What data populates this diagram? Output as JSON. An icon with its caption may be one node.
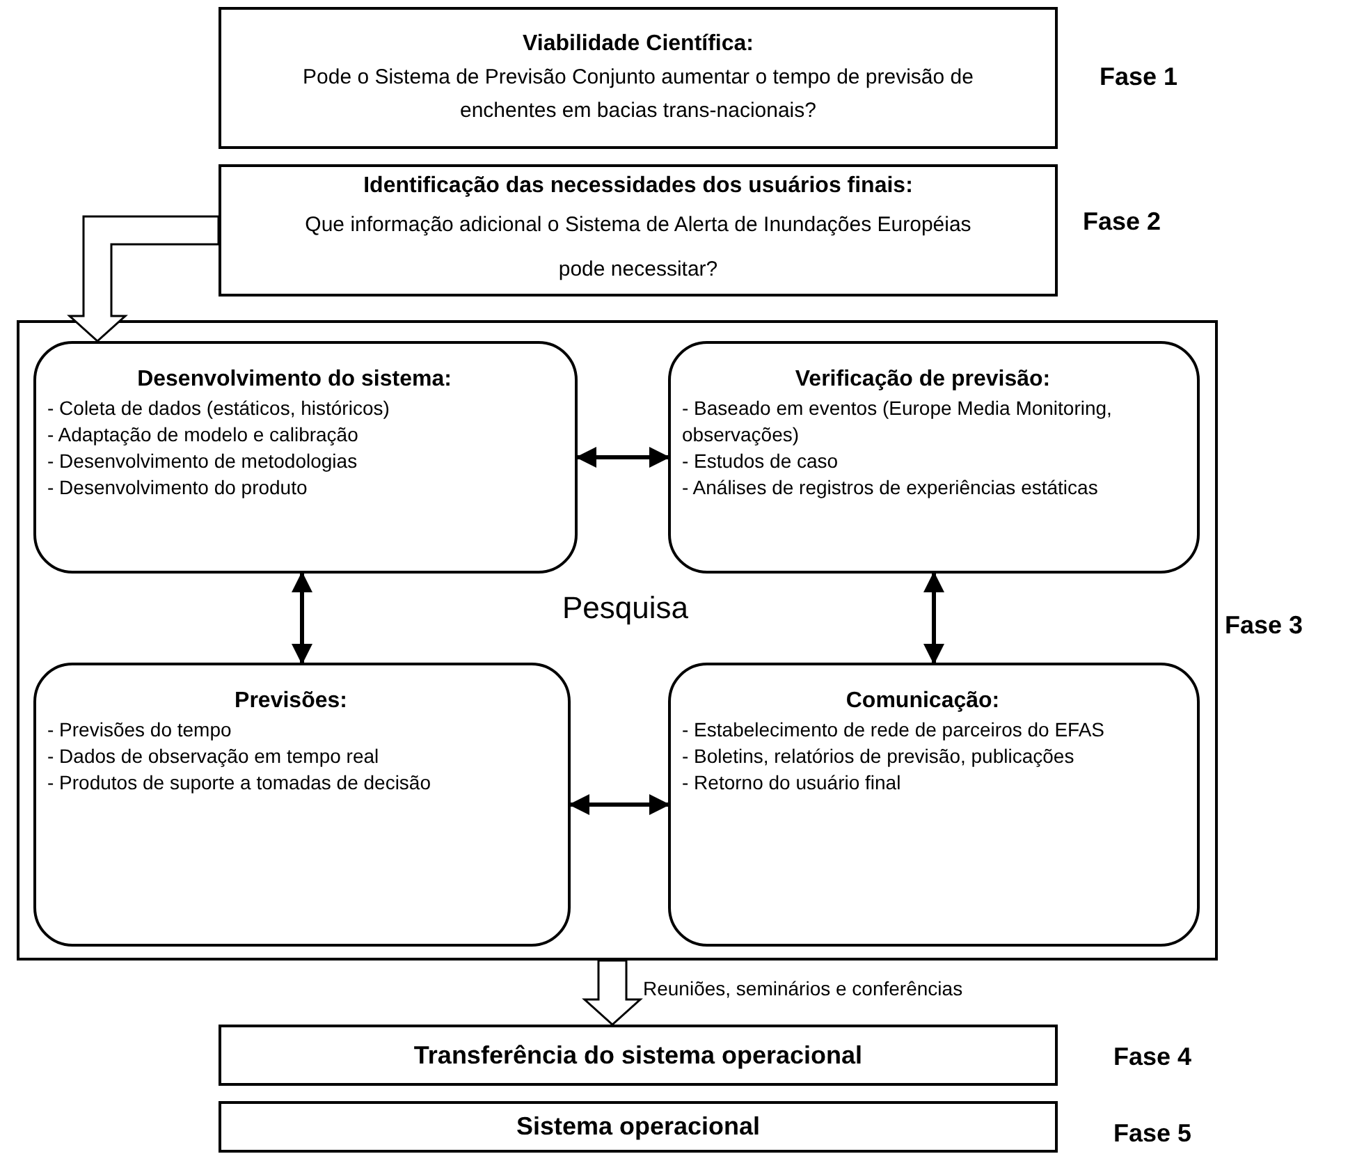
{
  "diagram": {
    "nodes": [
      {
        "text": [
          "Viabilidade Científica:",
          "Pode o Sistema de Previsão Conjunto aumentar o tempo de previsão de enchentes em bacias trans-nacionais?"
        ],
        "beside": [
          "Fase 1"
        ]
      },
      {
        "text": [
          "Identificação das necessidades dos usuários finais:",
          "Que informação adicional o Sistema de Alerta de Inundações Européias pode necessitar?"
        ],
        "beside": [
          "Fase 2"
        ]
      },
      {
        "text": [
          "Pesquisa"
        ],
        "beside": [
          "Fase 3"
        ]
      },
      {
        "text": [
          "Desenvolvimento do sistema:",
          "- Coleta de dados (estáticos, históricos)",
          "- Adaptação de modelo e calibração",
          "- Desenvolvimento de metodologias",
          "- Desenvolvimento do produto"
        ],
        "in": 2
      },
      {
        "text": [
          "Verificação de previsão:",
          "- Baseado em eventos (Europe Media Monitoring, observações)",
          "- Estudos de caso",
          "- Análises de registros de experiências estáticas"
        ],
        "in": 2
      },
      {
        "text": [
          "Previsões:",
          "- Previsões do tempo",
          "- Dados de observação em tempo real",
          "- Produtos de suporte a tomadas de decisão"
        ],
        "in": 2
      },
      {
        "text": [
          "Comunicação:",
          "- Estabelecimento de rede de parceiros do EFAS",
          "- Boletins, relatórios de previsão, publicações",
          "- Retorno do usuário final"
        ],
        "in": 2
      },
      {
        "text": [
          "Transferência do sistema operacional"
        ],
        "beside": [
          "Fase 4"
        ]
      },
      {
        "text": [
          "Sistema operacional"
        ],
        "beside": [
          "Fase 5"
        ]
      }
    ],
    "edges": [
      {
        "from": 1,
        "to": 3,
        "arrow": "to",
        "style": "thick"
      },
      {
        "from": 3,
        "to": 4,
        "arrow": "both"
      },
      {
        "from": 3,
        "to": 5,
        "arrow": "both"
      },
      {
        "from": 4,
        "to": 6,
        "arrow": "both"
      },
      {
        "from": 5,
        "to": 6,
        "arrow": "both"
      },
      {
        "from": 2,
        "to": 7,
        "arrow": "to",
        "style": "thick",
        "label": "Reuniões, seminários e conferências"
      }
    ]
  }
}
